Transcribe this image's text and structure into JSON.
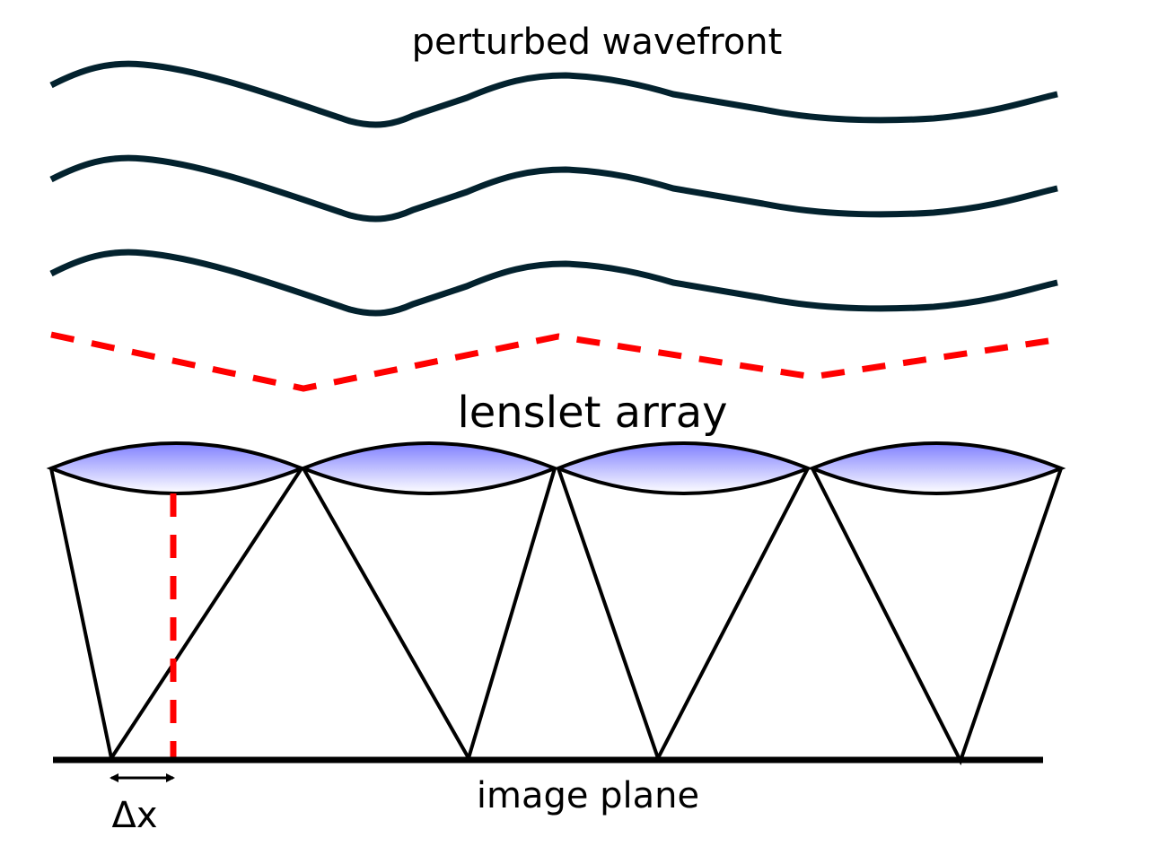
{
  "labels": {
    "perturbed_wavefront": "perturbed wavefront",
    "lenslet_array": "lenslet array",
    "image_plane": "image plane",
    "delta_x": "Δx"
  },
  "colors": {
    "wavefront": "#03222e",
    "dashed": "#ff0000",
    "lens_top": "#8080ff",
    "lens_bottom": "#ffffff",
    "lines": "#000000"
  }
}
